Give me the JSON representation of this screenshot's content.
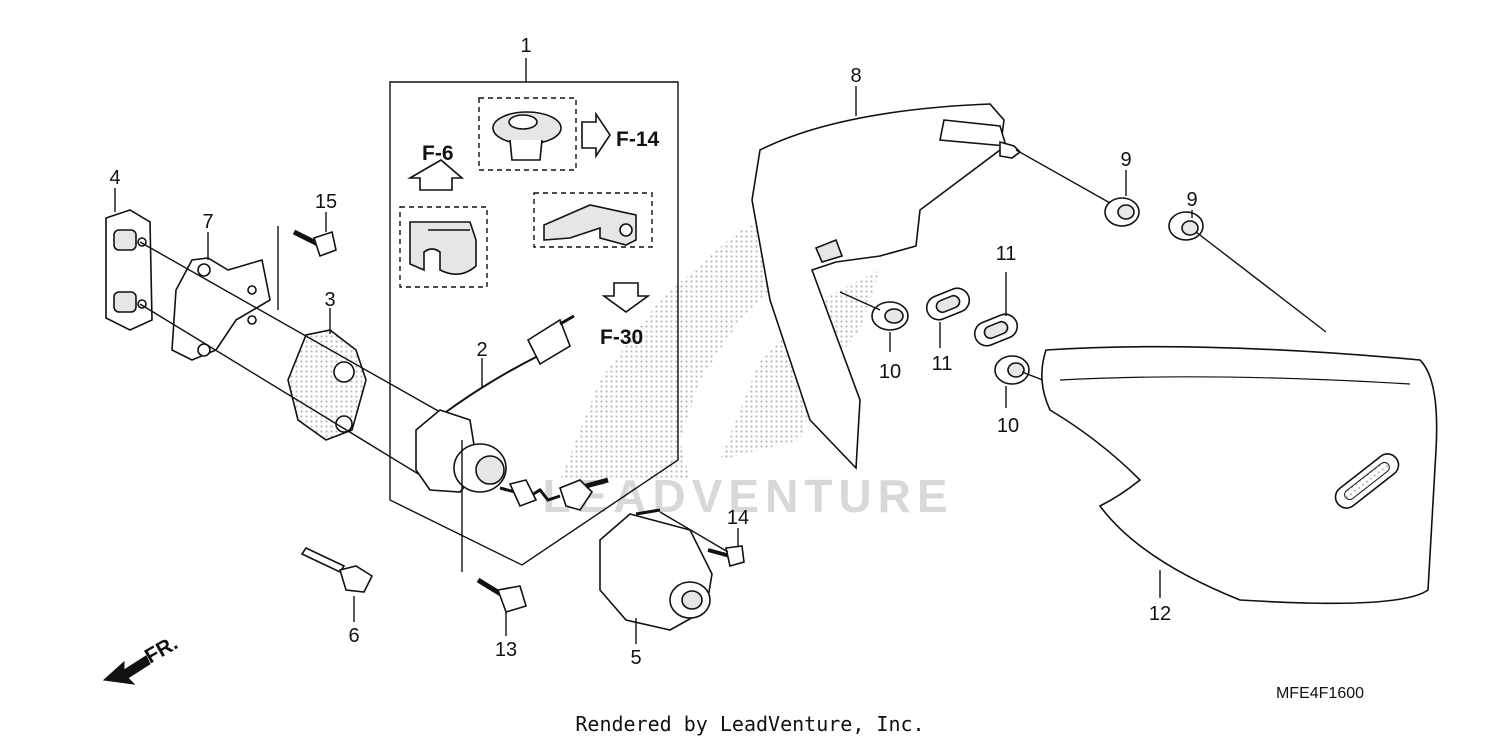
{
  "diagram": {
    "callouts": {
      "c1": "1",
      "c2": "2",
      "c3": "3",
      "c4": "4",
      "c5": "5",
      "c6": "6",
      "c7": "7",
      "c8": "8",
      "c9a": "9",
      "c9b": "9",
      "c10a": "10",
      "c10b": "10",
      "c11a": "11",
      "c11b": "11",
      "c12": "12",
      "c13": "13",
      "c14": "14",
      "c15": "15"
    },
    "refs": {
      "f6": "F-6",
      "f14": "F-14",
      "f30": "F-30"
    },
    "watermark": "LEADVENTURE",
    "front_label": "FR.",
    "diagram_code": "MFE4F1600"
  },
  "footer": {
    "text": "Rendered by LeadVenture, Inc."
  }
}
